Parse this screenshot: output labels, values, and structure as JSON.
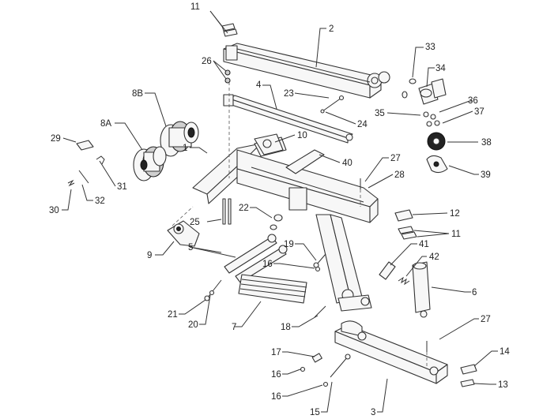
{
  "diagram": {
    "type": "exploded-parts-view",
    "callouts": [
      {
        "id": "c-11-top",
        "label": "11"
      },
      {
        "id": "c-2",
        "label": "2"
      },
      {
        "id": "c-33",
        "label": "33"
      },
      {
        "id": "c-34",
        "label": "34"
      },
      {
        "id": "c-26",
        "label": "26"
      },
      {
        "id": "c-4",
        "label": "4"
      },
      {
        "id": "c-23",
        "label": "23"
      },
      {
        "id": "c-8b",
        "label": "8B"
      },
      {
        "id": "c-36",
        "label": "36"
      },
      {
        "id": "c-35",
        "label": "35"
      },
      {
        "id": "c-37",
        "label": "37"
      },
      {
        "id": "c-24",
        "label": "24"
      },
      {
        "id": "c-8a",
        "label": "8A"
      },
      {
        "id": "c-10",
        "label": "10"
      },
      {
        "id": "c-38",
        "label": "38"
      },
      {
        "id": "c-29",
        "label": "29"
      },
      {
        "id": "c-1",
        "label": "1"
      },
      {
        "id": "c-40",
        "label": "40"
      },
      {
        "id": "c-39",
        "label": "39"
      },
      {
        "id": "c-27-top",
        "label": "27"
      },
      {
        "id": "c-31",
        "label": "31"
      },
      {
        "id": "c-28",
        "label": "28"
      },
      {
        "id": "c-32",
        "label": "32"
      },
      {
        "id": "c-30",
        "label": "30"
      },
      {
        "id": "c-22",
        "label": "22"
      },
      {
        "id": "c-12",
        "label": "12"
      },
      {
        "id": "c-25",
        "label": "25"
      },
      {
        "id": "c-11-mid",
        "label": "11"
      },
      {
        "id": "c-19",
        "label": "19"
      },
      {
        "id": "c-41",
        "label": "41"
      },
      {
        "id": "c-5",
        "label": "5"
      },
      {
        "id": "c-42",
        "label": "42"
      },
      {
        "id": "c-9",
        "label": "9"
      },
      {
        "id": "c-16-mid",
        "label": "16"
      },
      {
        "id": "c-6",
        "label": "6"
      },
      {
        "id": "c-21",
        "label": "21"
      },
      {
        "id": "c-20",
        "label": "20"
      },
      {
        "id": "c-7",
        "label": "7"
      },
      {
        "id": "c-18",
        "label": "18"
      },
      {
        "id": "c-27-bottom",
        "label": "27"
      },
      {
        "id": "c-17",
        "label": "17"
      },
      {
        "id": "c-14",
        "label": "14"
      },
      {
        "id": "c-16-low",
        "label": "16"
      },
      {
        "id": "c-16-bottom",
        "label": "16"
      },
      {
        "id": "c-13",
        "label": "13"
      },
      {
        "id": "c-15",
        "label": "15"
      },
      {
        "id": "c-3",
        "label": "3"
      }
    ]
  }
}
